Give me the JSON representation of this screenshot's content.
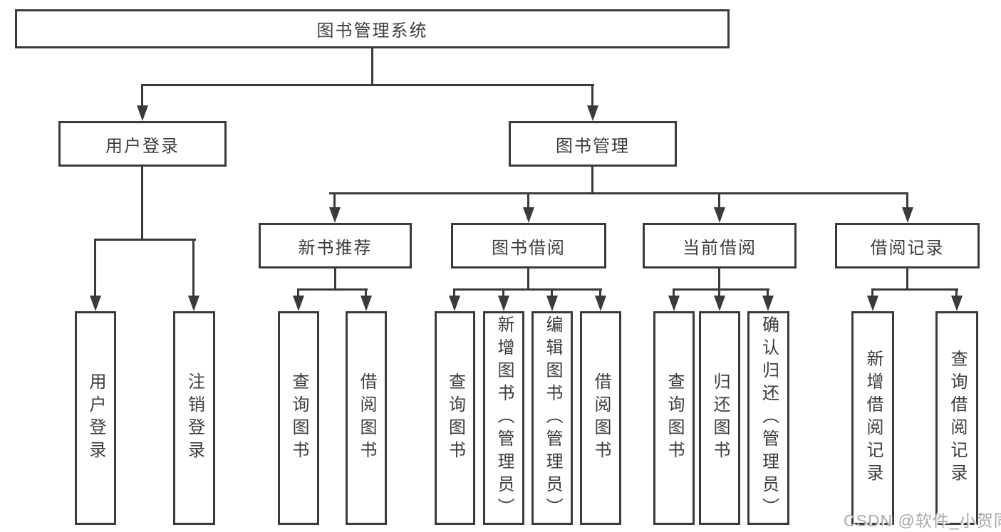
{
  "diagram": {
    "title": "图书管理系统",
    "line_color": "#3a3a3a",
    "text_color": "#3d3d3d",
    "root": {
      "label": "图书管理系统"
    },
    "level2": [
      {
        "label": "用户登录"
      },
      {
        "label": "图书管理"
      }
    ],
    "level3": [
      {
        "label": "新书推荐",
        "parent": "图书管理"
      },
      {
        "label": "图书借阅",
        "parent": "图书管理"
      },
      {
        "label": "当前借阅",
        "parent": "图书管理"
      },
      {
        "label": "借阅记录",
        "parent": "图书管理"
      }
    ],
    "leaves": [
      {
        "label": "用户登录",
        "parent": "用户登录"
      },
      {
        "label": "注销登录",
        "parent": "用户登录"
      },
      {
        "label": "查询图书",
        "parent": "新书推荐"
      },
      {
        "label": "借阅图书",
        "parent": "新书推荐"
      },
      {
        "label": "查询图书",
        "parent": "图书借阅"
      },
      {
        "label": "新增图书（管理员）",
        "parent": "图书借阅"
      },
      {
        "label": "编辑图书（管理员）",
        "parent": "图书借阅"
      },
      {
        "label": "借阅图书",
        "parent": "图书借阅"
      },
      {
        "label": "查询图书",
        "parent": "当前借阅"
      },
      {
        "label": "归还图书",
        "parent": "当前借阅"
      },
      {
        "label": "确认归还（管理员）",
        "parent": "当前借阅"
      },
      {
        "label": "新增借阅记录",
        "parent": "借阅记录"
      },
      {
        "label": "查询借阅记录",
        "parent": "借阅记录"
      }
    ]
  },
  "watermark": {
    "text": "CSDN @软件_小贺同学",
    "color": "#a9a9a9"
  }
}
